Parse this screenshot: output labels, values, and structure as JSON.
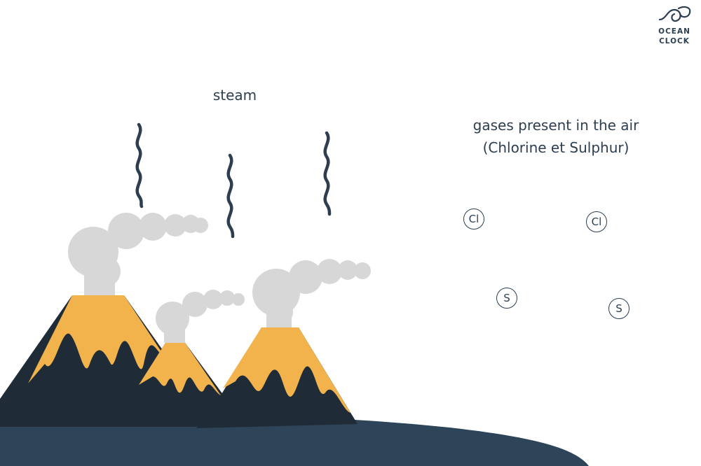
{
  "labels": {
    "steam": "steam",
    "gases_line1": "gases present in the air",
    "gases_line2": "(Chlorine et Sulphur)"
  },
  "atoms": [
    "Cl",
    "Cl",
    "S",
    "S"
  ],
  "logo": {
    "line1": "OCEAN",
    "line2": "CLOCK"
  },
  "colors": {
    "lava": "#f2b24c",
    "rock": "#1f2b37",
    "ground": "#2e4559",
    "smoke": "#d7d7d7",
    "steam": "#2c3e50"
  }
}
